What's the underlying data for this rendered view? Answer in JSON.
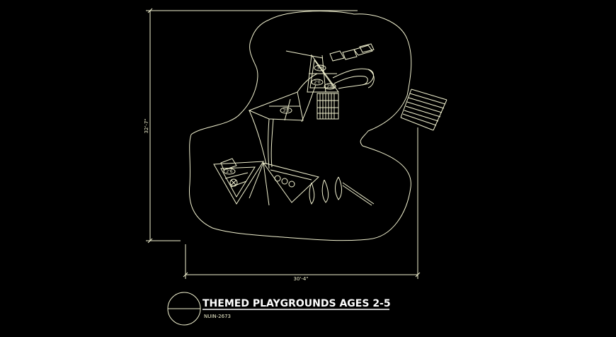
{
  "drawing": {
    "title": "THEMED PLAYGROUNDS AGES 2-5",
    "subtitle": "NUIN-2673",
    "dim_vertical": "32'-7\"",
    "dim_horizontal": "30'-4\"",
    "deck_labels": [
      "3'6",
      "2'0",
      "2'6",
      "3'0",
      "2'6"
    ]
  },
  "colors": {
    "background": "#000000",
    "linework": "#f2f2d0",
    "title_text": "#ffffff"
  }
}
